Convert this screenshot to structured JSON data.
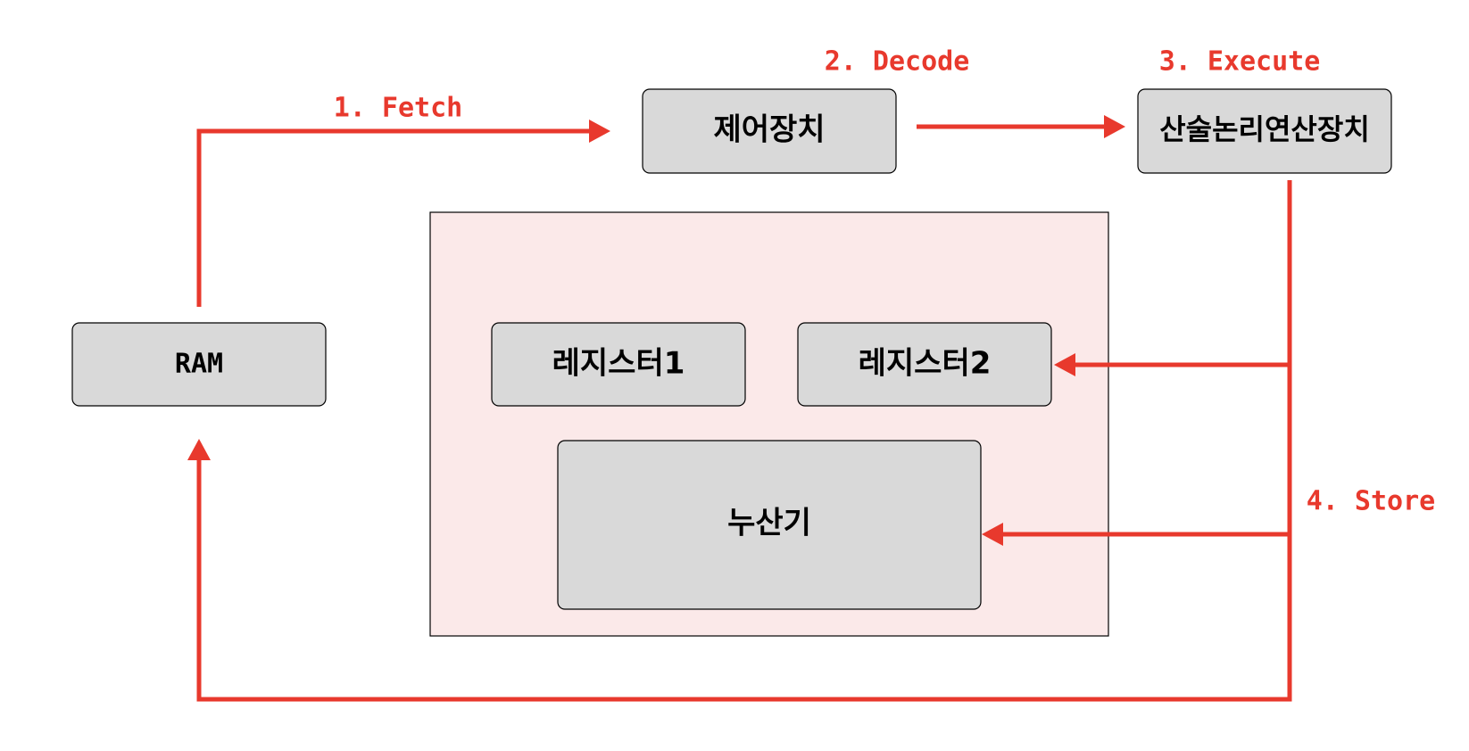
{
  "nodes": {
    "ram": "RAM",
    "control_unit": "제어장치",
    "alu": "산술논리연산장치",
    "register1": "레지스터1",
    "register2": "레지스터2",
    "accumulator": "누산기"
  },
  "steps": {
    "fetch": "1. Fetch",
    "decode": "2. Decode",
    "execute": "3. Execute",
    "store": "4. Store"
  },
  "colors": {
    "flow": "#e8392d",
    "box_fill": "#d9d9d9",
    "cpu_area_fill": "#fbe9e9"
  }
}
